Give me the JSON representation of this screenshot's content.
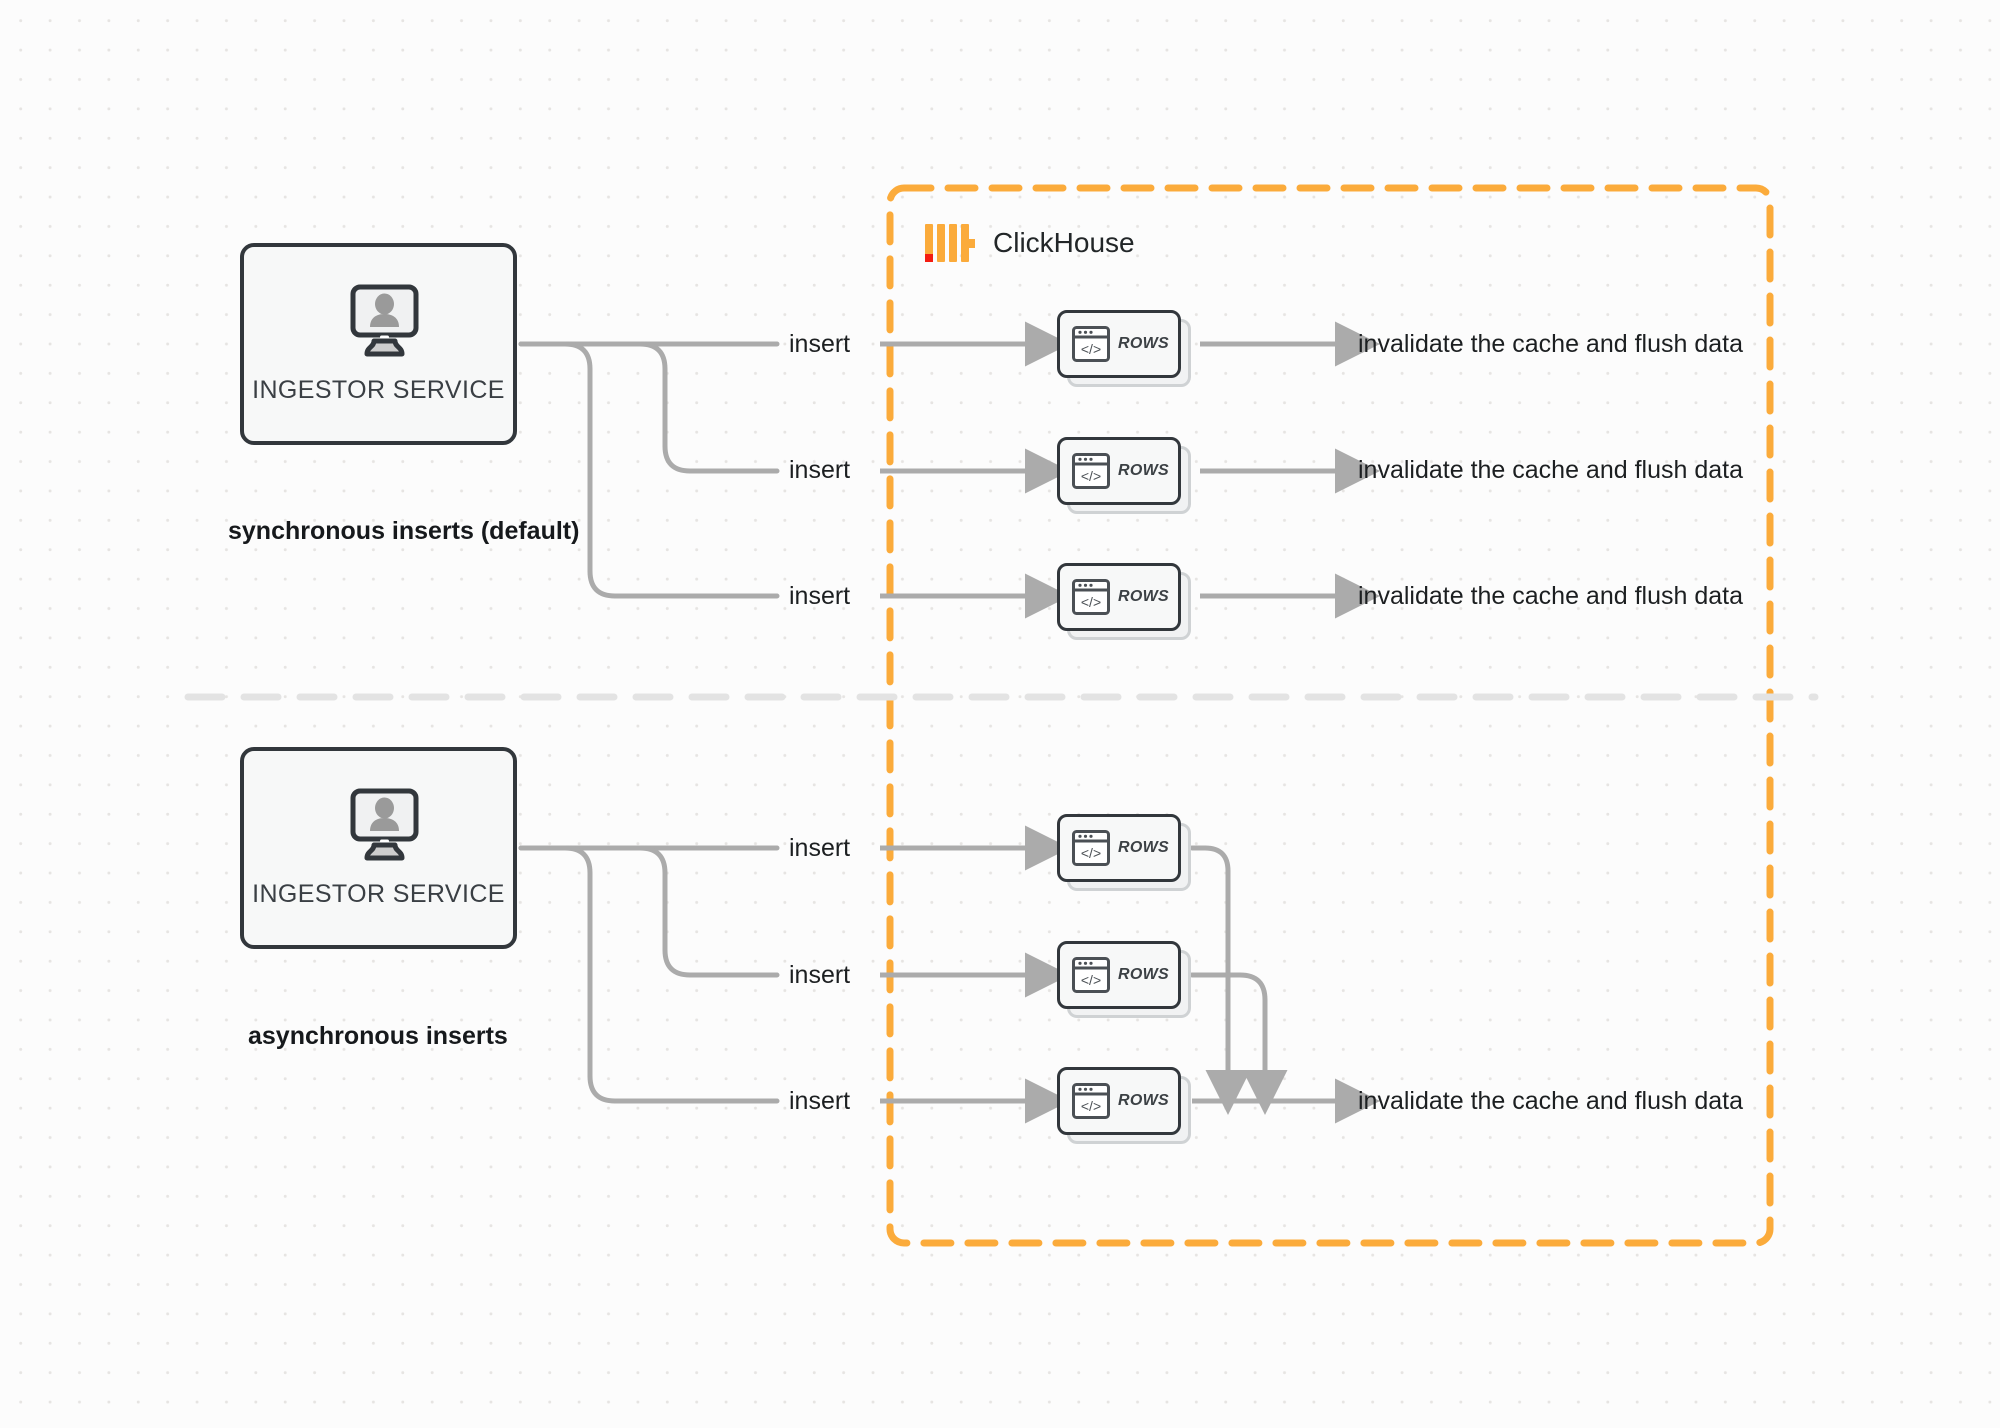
{
  "diagram": {
    "title": "ClickHouse synchronous vs asynchronous inserts",
    "colors": {
      "clickhouse_orange": "#fbab3b",
      "clickhouse_red": "#f41c11",
      "connector_gray": "#ababab",
      "node_border": "#32373c",
      "divider_gray": "#e2e2e2",
      "canvas_bg": "#fcfcfc"
    }
  },
  "boundary": {
    "brand_name": "ClickHouse",
    "logo_name": "clickhouse-logo",
    "border_style": "dashed"
  },
  "sections": [
    {
      "id": "synchronous",
      "caption": "synchronous inserts (default)",
      "node_label": "INGESTOR SERVICE",
      "node_icon": "monitor-user-icon",
      "flows": [
        {
          "insert_label": "insert",
          "card_label": "ROWS",
          "card_icon": "code-window-icon",
          "result_label": "invalidate the cache and flush data"
        },
        {
          "insert_label": "insert",
          "card_label": "ROWS",
          "card_icon": "code-window-icon",
          "result_label": "invalidate the cache and flush data"
        },
        {
          "insert_label": "insert",
          "card_label": "ROWS",
          "card_icon": "code-window-icon",
          "result_label": "invalidate the cache and flush data"
        }
      ]
    },
    {
      "id": "asynchronous",
      "caption": "asynchronous inserts",
      "node_label": "INGESTOR SERVICE",
      "node_icon": "monitor-user-icon",
      "flows": [
        {
          "insert_label": "insert",
          "card_label": "ROWS",
          "card_icon": "code-window-icon"
        },
        {
          "insert_label": "insert",
          "card_label": "ROWS",
          "card_icon": "code-window-icon"
        },
        {
          "insert_label": "insert",
          "card_label": "ROWS",
          "card_icon": "code-window-icon"
        }
      ],
      "result_label": "invalidate the cache and flush data"
    }
  ]
}
